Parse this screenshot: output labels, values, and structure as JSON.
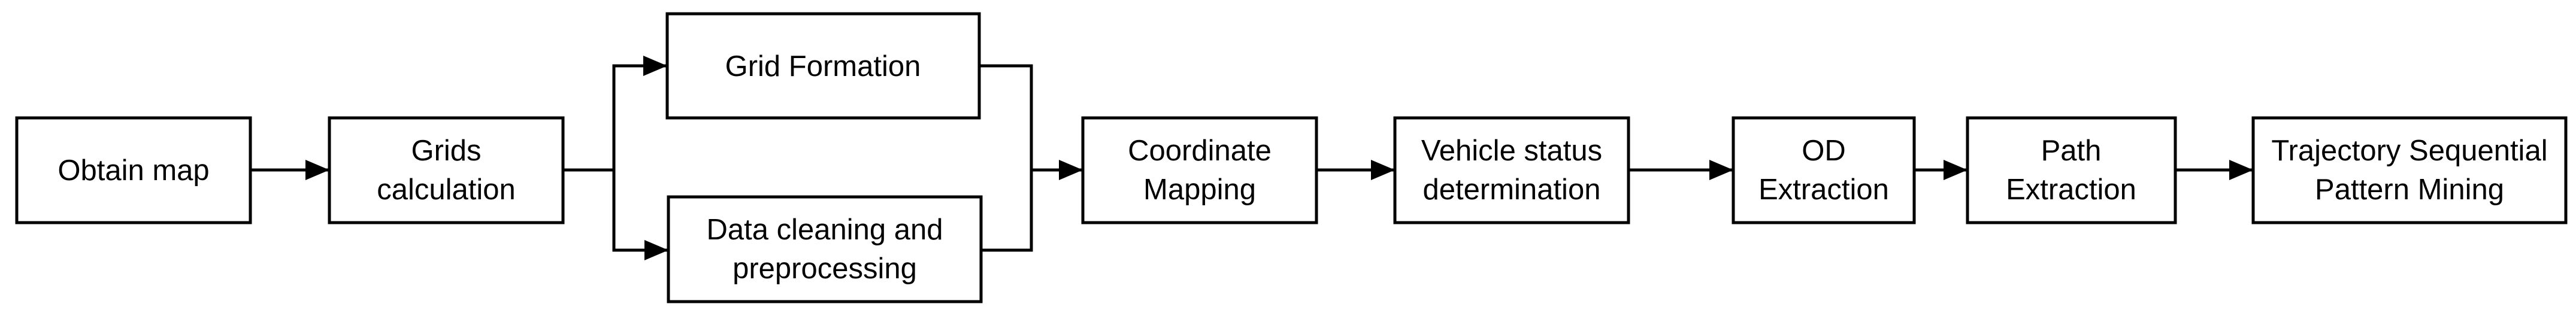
{
  "diagram": {
    "type": "flowchart",
    "nodes": [
      {
        "id": "obtain_map",
        "lines": [
          "Obtain map"
        ]
      },
      {
        "id": "grids_calculation",
        "lines": [
          "Grids",
          "calculation"
        ]
      },
      {
        "id": "grid_formation",
        "lines": [
          "Grid Formation"
        ]
      },
      {
        "id": "data_cleaning",
        "lines": [
          "Data cleaning and",
          "preprocessing"
        ]
      },
      {
        "id": "coordinate_mapping",
        "lines": [
          "Coordinate",
          "Mapping"
        ]
      },
      {
        "id": "vehicle_status",
        "lines": [
          "Vehicle status",
          "determination"
        ]
      },
      {
        "id": "od_extraction",
        "lines": [
          "OD",
          "Extraction"
        ]
      },
      {
        "id": "path_extraction",
        "lines": [
          "Path",
          "Extraction"
        ]
      },
      {
        "id": "trajectory_mining",
        "lines": [
          "Trajectory Sequential",
          "Pattern Mining"
        ]
      }
    ],
    "edges": [
      {
        "from": "obtain_map",
        "to": "grids_calculation"
      },
      {
        "from": "grids_calculation",
        "to": "grid_formation"
      },
      {
        "from": "grids_calculation",
        "to": "data_cleaning"
      },
      {
        "from": "grid_formation",
        "to": "coordinate_mapping"
      },
      {
        "from": "data_cleaning",
        "to": "coordinate_mapping"
      },
      {
        "from": "coordinate_mapping",
        "to": "vehicle_status"
      },
      {
        "from": "vehicle_status",
        "to": "od_extraction"
      },
      {
        "from": "od_extraction",
        "to": "path_extraction"
      },
      {
        "from": "path_extraction",
        "to": "trajectory_mining"
      }
    ]
  }
}
